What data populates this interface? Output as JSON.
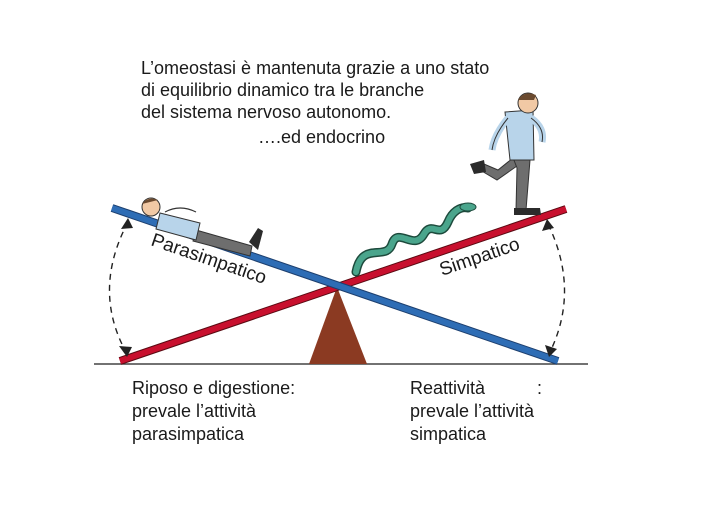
{
  "intro": {
    "lines": [
      "L’omeostasi è mantenuta grazie a uno stato",
      "di equilibrio dinamico tra le branche",
      "del sistema nervoso autonomo."
    ],
    "addendum": "….ed endocrino"
  },
  "beams": {
    "blue_label": "Parasimpatico",
    "red_label": "Simpatico",
    "blue_color": "#2e6db5",
    "red_color": "#c8102e",
    "fulcrum_color": "#8b3a22"
  },
  "left_caption": {
    "lines": [
      "Riposo e digestione:",
      "prevale l’attività",
      "parasimpatica"
    ]
  },
  "right_caption": {
    "head": "Reattività",
    "head_tail": ":",
    "lines": [
      "prevale l’attività",
      "simpatica"
    ]
  },
  "figures": {
    "resting_person": "lying-person-icon",
    "running_person": "running-person-icon",
    "snake": "snake-icon"
  }
}
